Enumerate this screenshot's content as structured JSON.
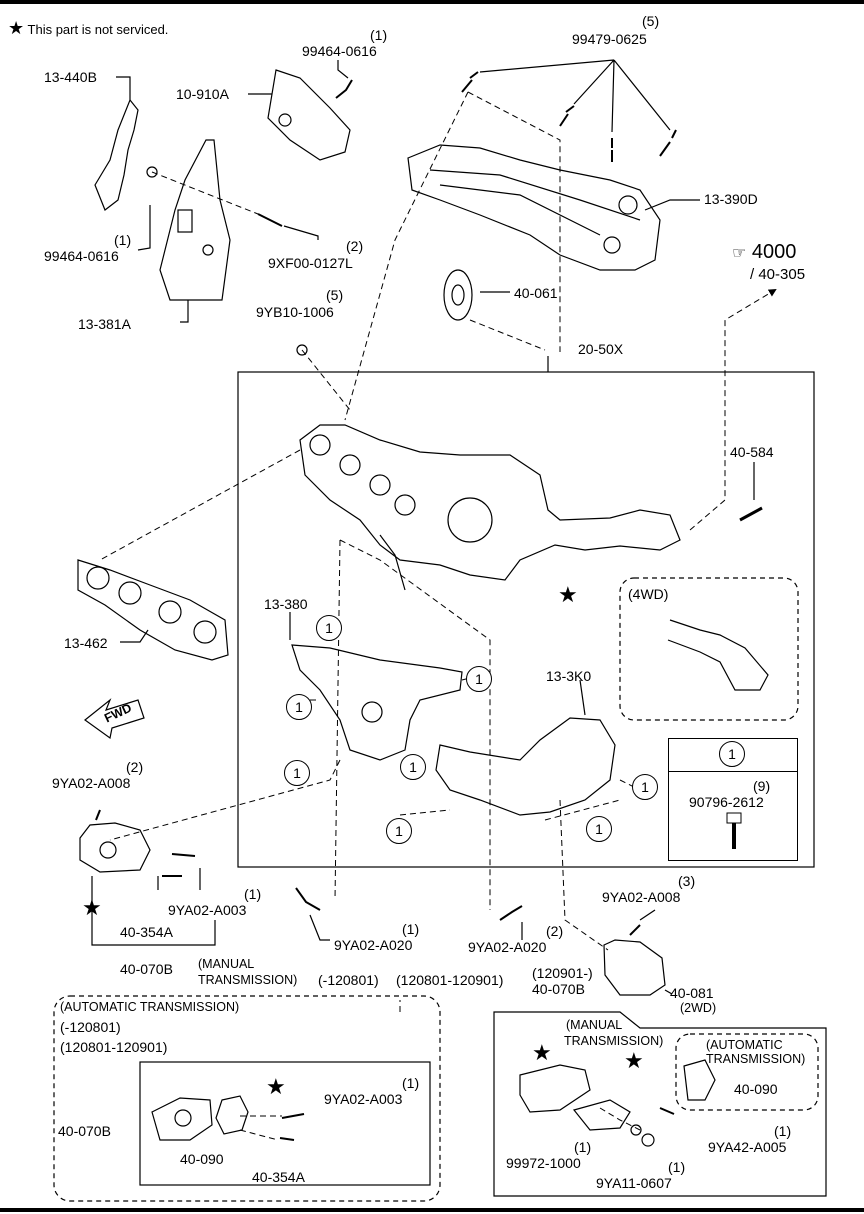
{
  "legend": {
    "star_symbol": "★",
    "note": "This part is not serviced."
  },
  "fwd_label": "FWD",
  "callout_symbol": "1",
  "labels": {
    "p13_440B": "13-440B",
    "p10_910A": "10-910A",
    "p99464_top_qty": "(1)",
    "p99464_top": "99464-0616",
    "p99479_qty": "(5)",
    "p99479": "99479-0625",
    "p99464_left_qty": "(1)",
    "p99464_left": "99464-0616",
    "p9XF00_qty": "(2)",
    "p9XF00": "9XF00-0127L",
    "p13_390D": "13-390D",
    "p4000": "4000",
    "p40_305": "/ 40-305",
    "p40_061": "40-061",
    "p13_381A": "13-381A",
    "p9YB10_qty": "(5)",
    "p9YB10": "9YB10-1006",
    "p20_50X": "20-50X",
    "p40_584": "40-584",
    "p4WD": "(4WD)",
    "p13_380": "13-380",
    "p13_462": "13-462",
    "p13_3K0": "13-3K0",
    "box_qty": "(9)",
    "box_part": "90796-2612",
    "p9YA02_A008_left_qty": "(2)",
    "p9YA02_A008_left": "9YA02-A008",
    "p9YA02_A003_qty": "(1)",
    "p9YA02_A003": "9YA02-A003",
    "p40_354A": "40-354A",
    "p40_070B": "40-070B",
    "manual_trans": "(MANUAL",
    "manual_trans2": "TRANSMISSION)",
    "p9YA02_A020_a_qty": "(1)",
    "p9YA02_A020_a": "9YA02-A020",
    "p9YA02_A020_b_qty": "(2)",
    "p9YA02_A020_b": "9YA02-A020",
    "p9YA02_A008_right_qty": "(3)",
    "p9YA02_A008_right": "9YA02-A008",
    "range1": "(-120801)",
    "range2": "(120801-120901)",
    "range3": "(120901-)",
    "p40_070B_right": "40-070B",
    "p40_081": "40-081",
    "p2WD": "(2WD)",
    "auto_trans": "(AUTOMATIC TRANSMISSION)",
    "auto_range1": "(-120801)",
    "auto_range2": "(120801-120901)",
    "auto_40_070B": "40-070B",
    "auto_40_090": "40-090",
    "auto_9YA02_A003_qty": "(1)",
    "auto_9YA02_A003": "9YA02-A003",
    "auto_40_354A": "40-354A",
    "rb_manual": "(MANUAL",
    "rb_manual2": "TRANSMISSION)",
    "rb_auto": "(AUTOMATIC",
    "rb_auto2": "TRANSMISSION)",
    "rb_40_090": "40-090",
    "rb_9YA42_qty": "(1)",
    "rb_9YA42": "9YA42-A005",
    "rb_99972_qty": "(1)",
    "rb_99972": "99972-1000",
    "rb_9YA11_qty": "(1)",
    "rb_9YA11": "9YA11-0607"
  }
}
